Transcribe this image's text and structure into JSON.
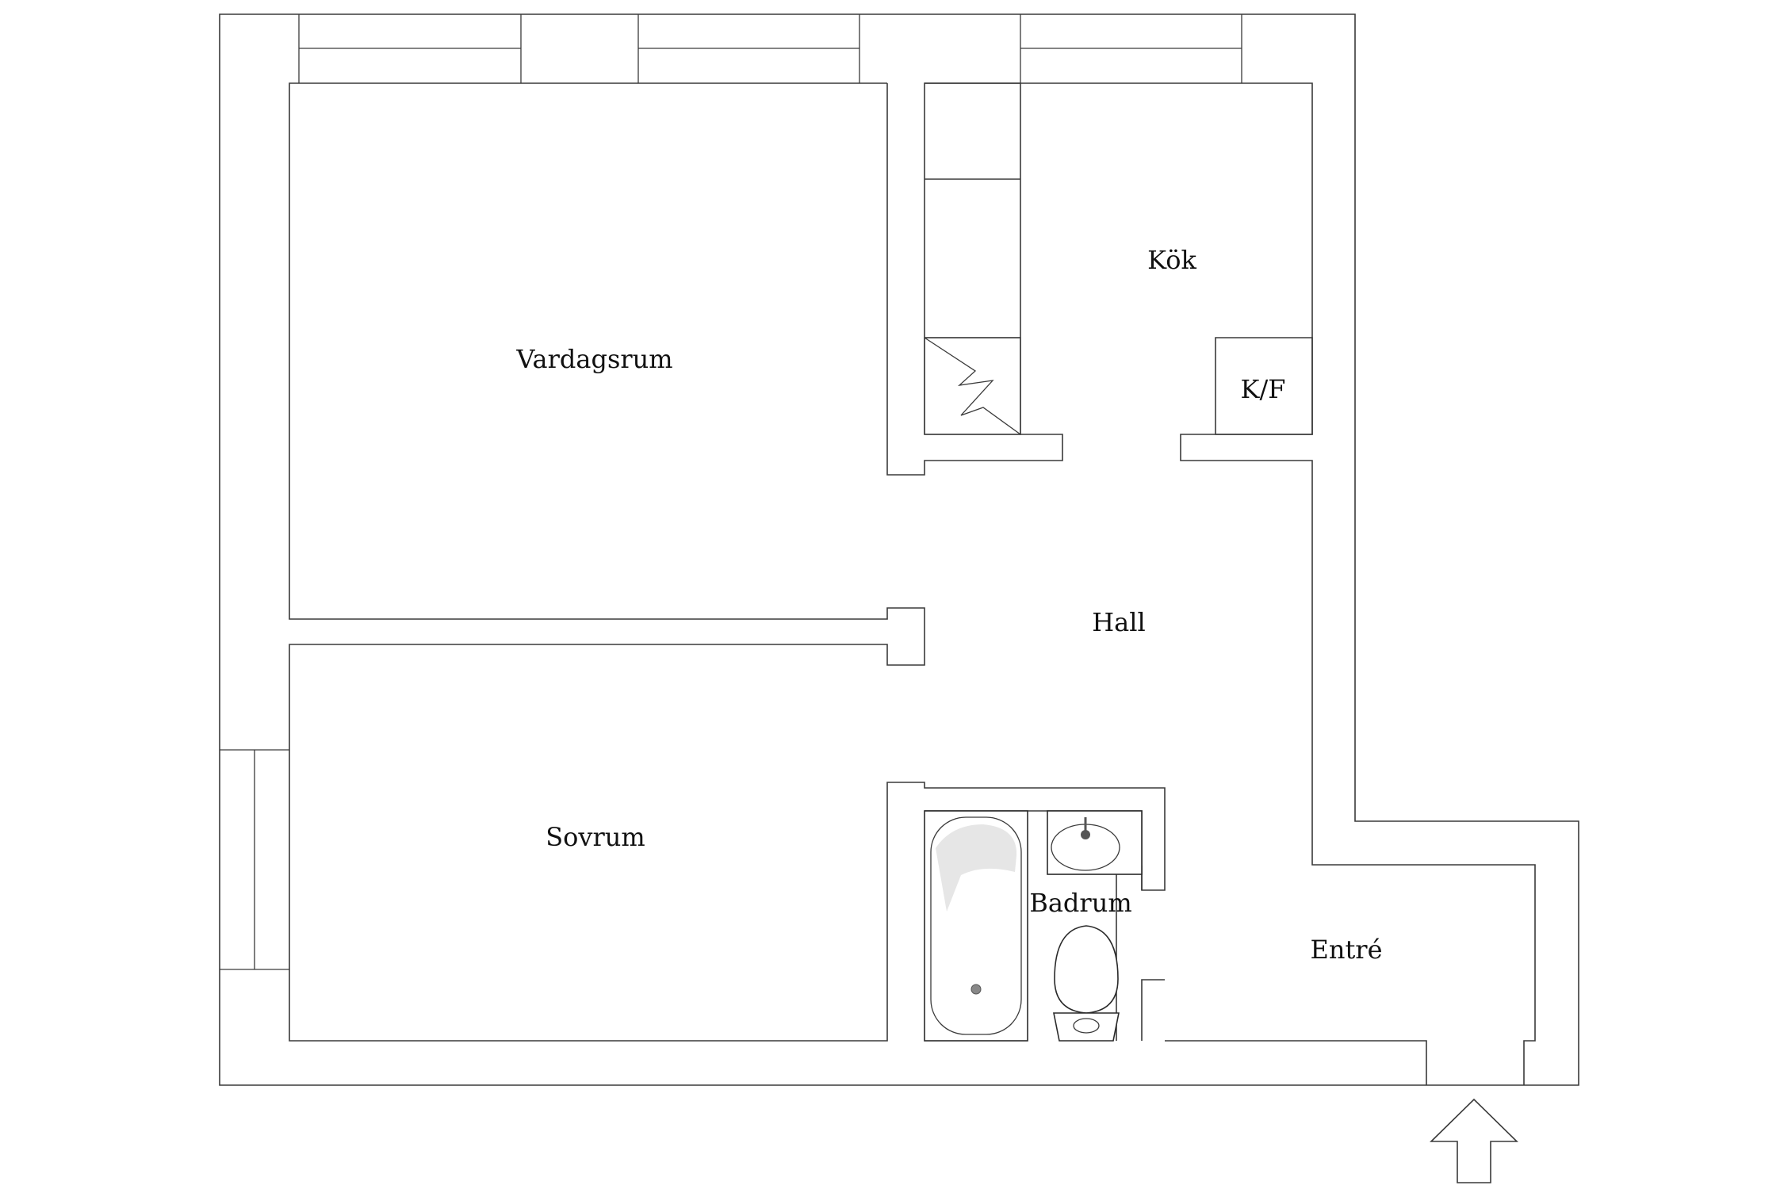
{
  "rooms": {
    "living": "Vardagsrum",
    "kitchen": "Kök",
    "fridge": "K/F",
    "hall": "Hall",
    "bedroom": "Sovrum",
    "bathroom": "Badrum",
    "entrance": "Entré"
  },
  "colors": {
    "line": "#3a3a3a",
    "background": "#ffffff",
    "text": "#111111"
  },
  "icons": {
    "entrance_arrow": "up-arrow-icon",
    "stove": "lightning-stove-icon",
    "bathtub": "bathtub-icon",
    "sink": "sink-icon",
    "toilet": "toilet-icon"
  }
}
